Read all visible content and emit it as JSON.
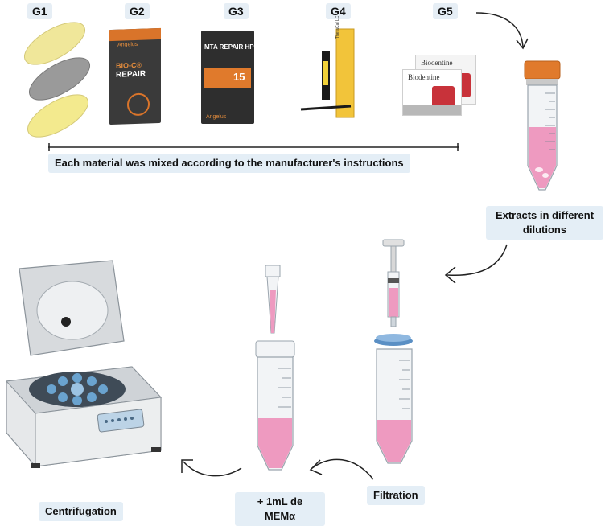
{
  "groups": [
    {
      "label": "G1"
    },
    {
      "label": "G2"
    },
    {
      "label": "G3"
    },
    {
      "label": "G4"
    },
    {
      "label": "G5"
    }
  ],
  "products": {
    "g2_brand": "Angelus",
    "g2_name_line1": "BIO-C®",
    "g2_name_line2": "REPAIR",
    "g3_name": "MTA REPAIR HP",
    "g3_number": "15",
    "g3_brand": "Angelus",
    "g4_name": "TheraCal LC",
    "g5_name_back": "Biodentine",
    "g5_name_front": "Biodentine"
  },
  "captions": {
    "mixing": "Each material was mixed according to the manufacturer's instructions",
    "extracts": "Extracts in different dilutions",
    "filtration": "Filtration",
    "medium": "+ 1mL de MEMα",
    "centrifugation": "Centrifugation"
  },
  "colors": {
    "label_bg": "#e4eef6",
    "liquid": "#ee9ac0",
    "tube_cap": "#e07a2c",
    "filter_ring": "#5a8fc4"
  }
}
